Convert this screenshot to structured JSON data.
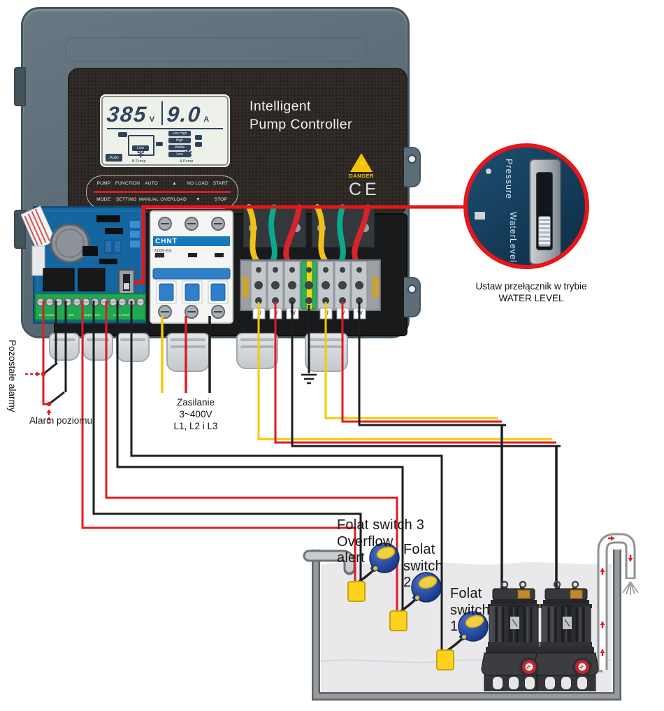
{
  "device": {
    "display": {
      "voltage": "385",
      "voltage_unit": "V",
      "current": "9.0",
      "current_unit": "A",
      "mode_badge": "Auto",
      "tank_level_label": "Low",
      "level_indicators": [
        "Low High",
        "High",
        "Middle",
        "Low"
      ],
      "pump_b_label": "B Pump",
      "pump_a_label": "A Pump"
    },
    "title_line1": "Intelligent",
    "title_line2": "Pump Controller",
    "danger_label": "DANGER",
    "ce_mark": "CE",
    "keypad": {
      "row1": [
        "PUMP",
        "FUNCTION",
        "AUTO",
        "▲",
        "NO LOAD",
        "START"
      ],
      "row2": [
        "MODE",
        "SETTING",
        "MANUAL",
        "OVERLOAD",
        "▼",
        "STOP"
      ]
    },
    "breaker": {
      "brand": "CHNT",
      "model": "NXB-63",
      "rating": "D32"
    },
    "pcb_strip_labels": [
      "Dry contact",
      "485",
      "Upper Tank",
      "Lower Tank"
    ],
    "terminal_tags": [
      "U",
      "V",
      "W",
      "U",
      "V",
      "W"
    ]
  },
  "inset": {
    "switch_top": "Pressure",
    "switch_bottom": "WaterLevel",
    "caption_line1": "Ustaw przełącznik w trybie",
    "caption_line2": "WATER LEVEL"
  },
  "labels": {
    "other_alarms": "Pozostałe alarmy",
    "level_alarm": "Alarm poziomu",
    "power_line1": "Zasilanie",
    "power_line2": "3~400V",
    "power_line3": "L1, L2 i L3",
    "float3_line1": "Folat switch 3",
    "float3_line2": "Overflow",
    "float3_line3": "alert",
    "float2_line1": "Folat",
    "float2_line2": "switch",
    "float2_line3": "2",
    "float1_line1": "Folat",
    "float1_line2": "switch",
    "float1_line3": "1"
  },
  "colors": {
    "highlight_red": "#e8151b",
    "wire_red": "#e01b22",
    "wire_black": "#1d1d1f",
    "wire_yellow": "#f7c800",
    "wire_teal": "#0aa88c",
    "enclosure_gray": "#5d6d78",
    "pcb_blue": "#1565a0",
    "breaker_blue": "#1878be",
    "float_blue": "#2c55b0",
    "float_yellow": "#f0d040",
    "water_gray": "#e9e9ec"
  }
}
